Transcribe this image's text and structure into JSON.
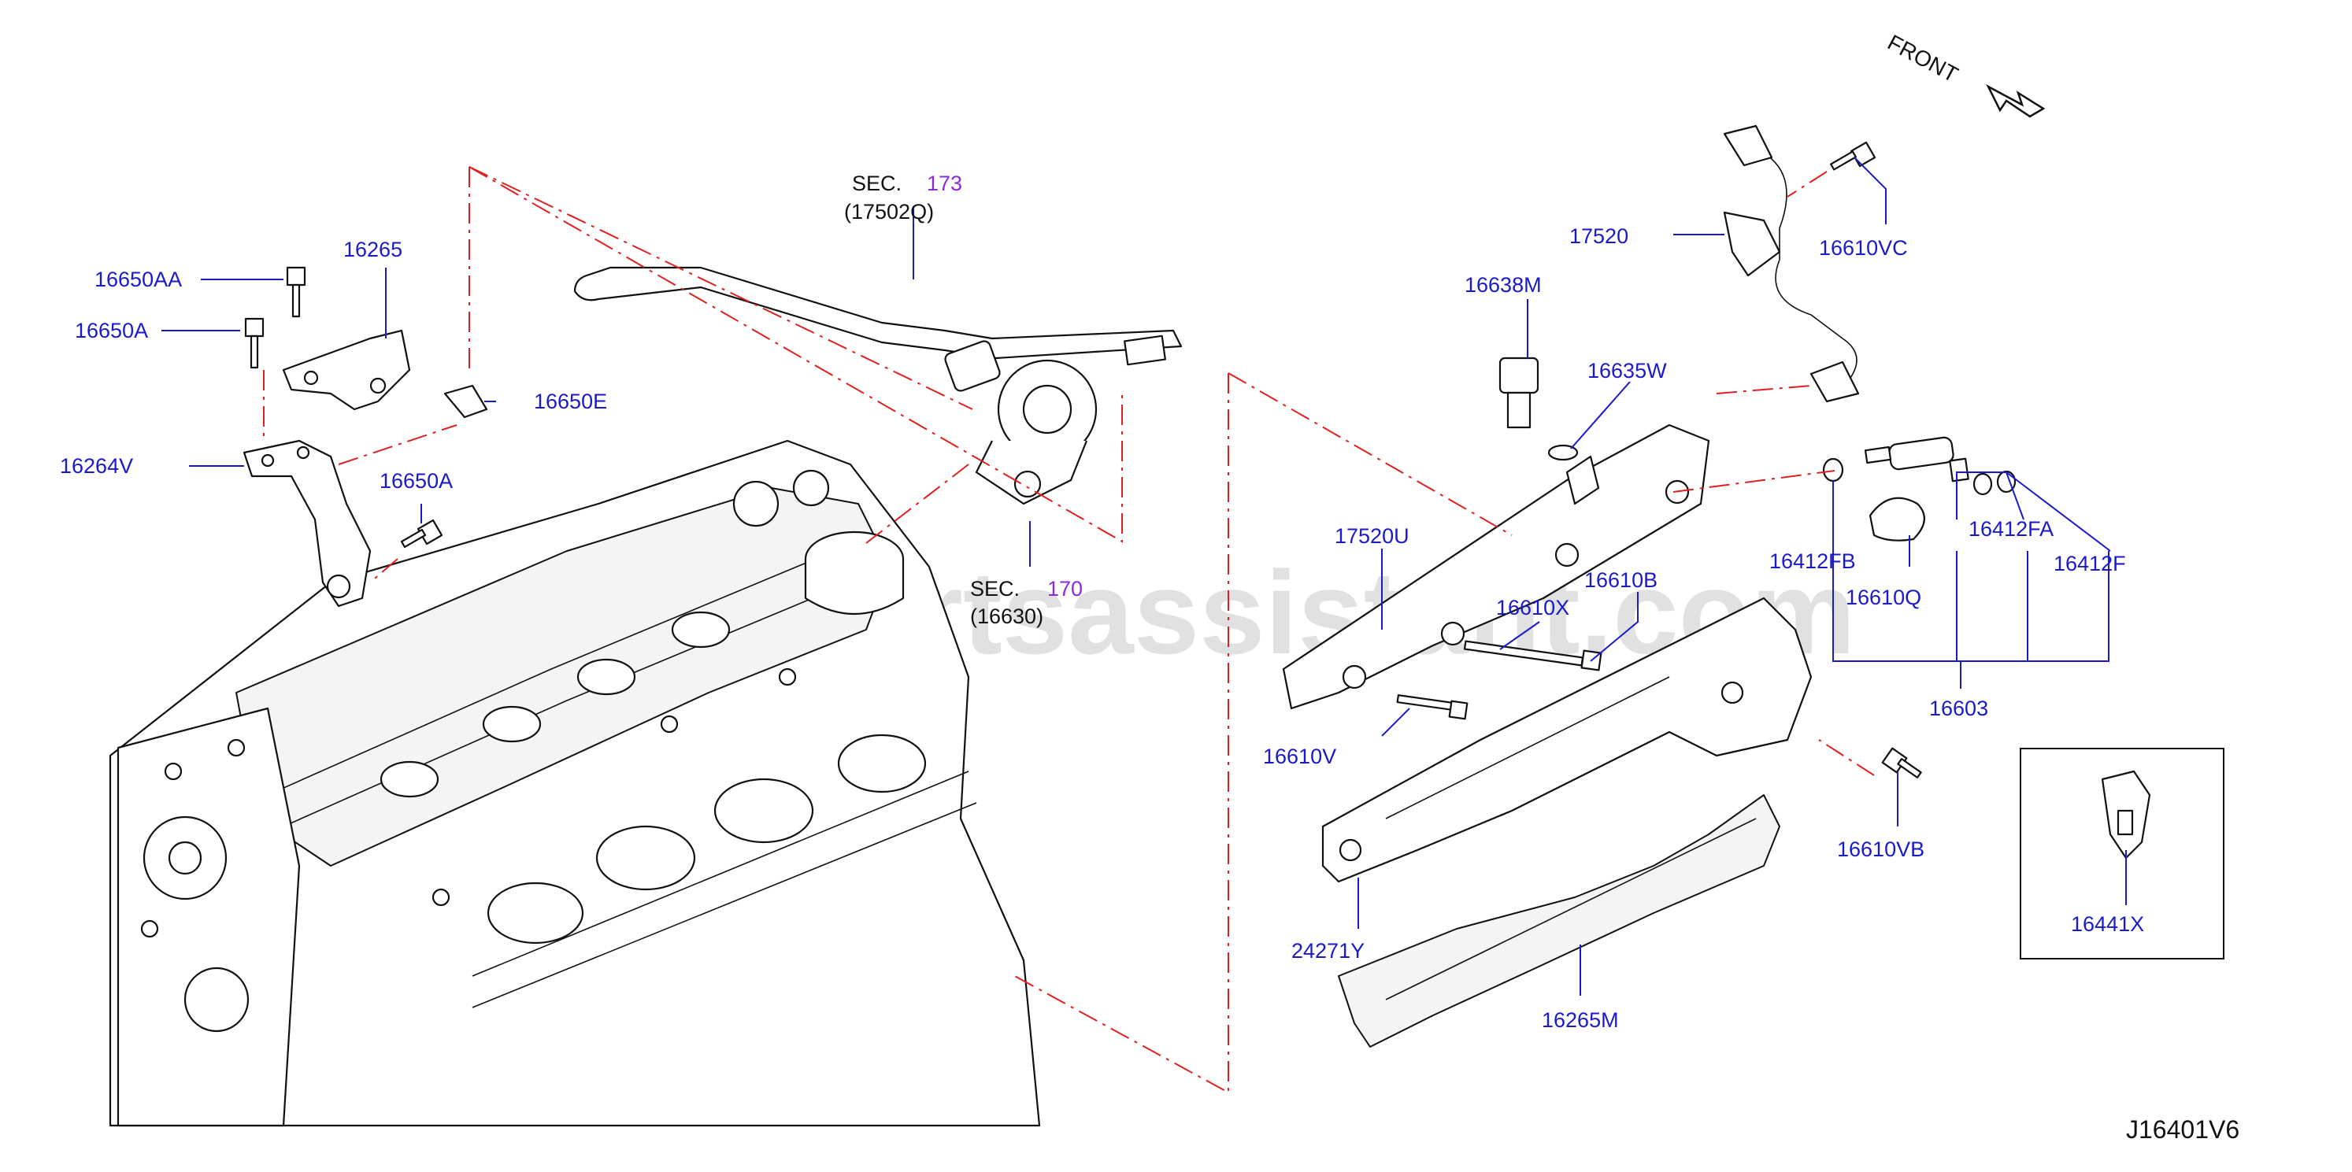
{
  "diagram": {
    "drawing_code": "J16401V6",
    "front_label": "FRONT",
    "watermark": "www.partsassistant.com",
    "colors": {
      "label": "#1a1acc",
      "section_ref": "#8a2be2",
      "phantom_line": "#e02020",
      "line_art": "#111111"
    },
    "section_refs": [
      {
        "prefix": "SEC.",
        "number": "173",
        "part": "(17502Q)"
      },
      {
        "prefix": "SEC.",
        "number": "170",
        "part": "(16630)"
      }
    ],
    "parts": [
      "16650AA",
      "16265",
      "16650A",
      "16650E",
      "16264V",
      "16650A",
      "17520",
      "16610VC",
      "16638M",
      "16635W",
      "17520U",
      "16610B",
      "16610X",
      "16412FB",
      "16412FA",
      "16412F",
      "16610Q",
      "16610V",
      "16603",
      "16610VB",
      "16441X",
      "24271Y",
      "16265M"
    ]
  }
}
